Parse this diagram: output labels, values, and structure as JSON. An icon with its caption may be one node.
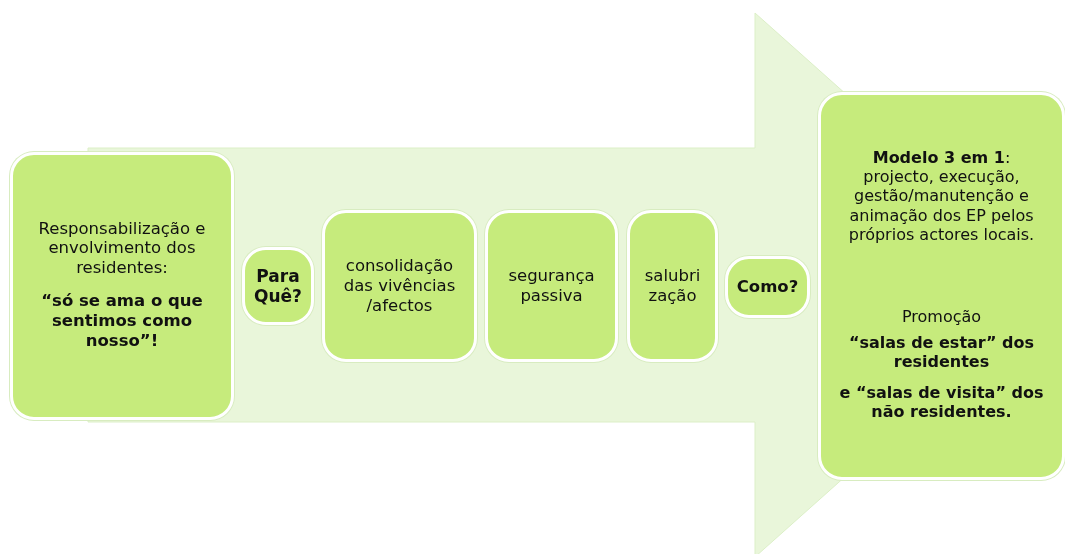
{
  "diagram": {
    "nodes": [
      {
        "text": [
          "Responsabilização e envolvimento dos residentes:",
          "“só se ama o que sentimos como nosso”!"
        ]
      },
      {
        "text": [
          "Para Quê?"
        ]
      },
      {
        "text": [
          "consolidação das vivências /afectos"
        ]
      },
      {
        "text": [
          "segurança passiva"
        ]
      },
      {
        "text": [
          "salubri zação"
        ]
      },
      {
        "text": [
          "Como?"
        ]
      },
      {
        "text": [
          "**Modelo 3 em 1**: projecto, execução, gestão/manutenção e animação dos EP pelos próprios actores locais.",
          "Promoção",
          "“salas de estar” dos residentes",
          "e “salas de visita” dos não residentes."
        ]
      }
    ],
    "edges": [
      {
        "from": 0,
        "to": 6,
        "arrow": "to"
      }
    ]
  }
}
